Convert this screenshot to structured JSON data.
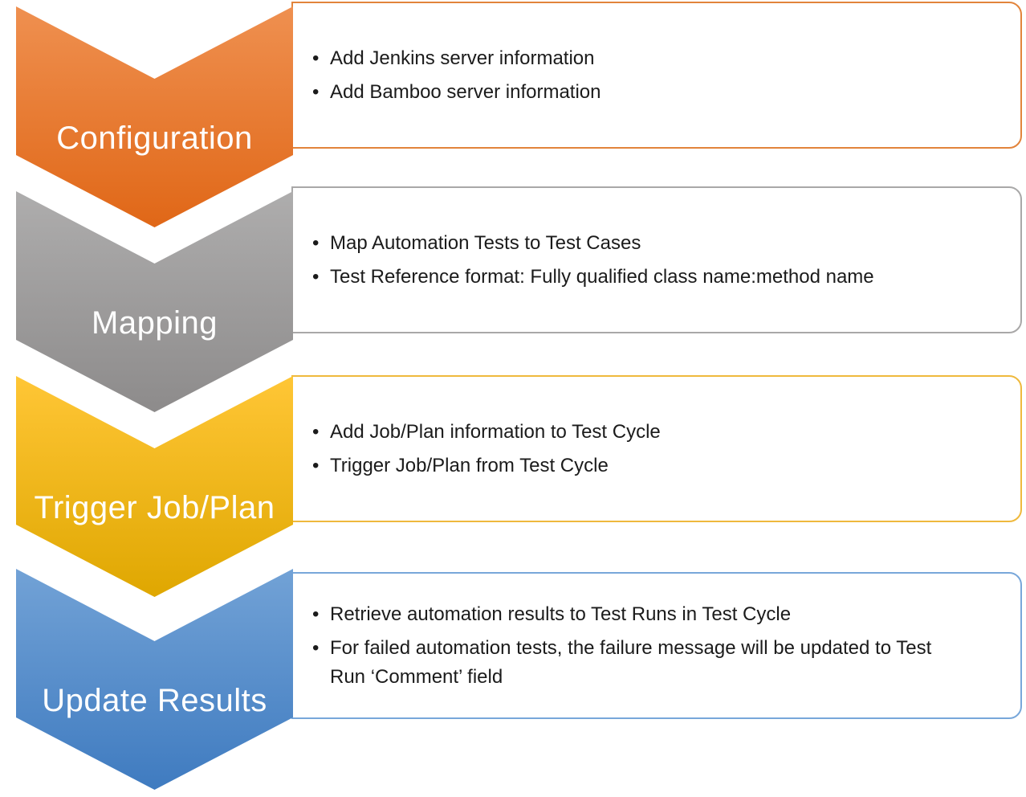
{
  "diagram": {
    "type": "vertical-chevron-process",
    "background": "#FFFFFF",
    "text_color": "#1B1B1B",
    "steps": [
      {
        "label": "Configuration",
        "bullets": [
          "Add Jenkins server information",
          "Add Bamboo server information"
        ],
        "colors": {
          "gradient_top": "#EF9050",
          "gradient_bottom": "#E06717",
          "box_border": "#E2843B",
          "label_text": "#FFFFFF"
        }
      },
      {
        "label": "Mapping",
        "bullets": [
          "Map Automation Tests to Test Cases",
          "Test Reference format: Fully qualified class name:method name"
        ],
        "colors": {
          "gradient_top": "#AEADAD",
          "gradient_bottom": "#8D8B8B",
          "box_border": "#A9A8A8",
          "label_text": "#FFFFFF"
        }
      },
      {
        "label": "Trigger Job/Plan",
        "bullets": [
          "Add Job/Plan information to Test Cycle",
          "Trigger Job/Plan from Test Cycle"
        ],
        "colors": {
          "gradient_top": "#FFC636",
          "gradient_bottom": "#DFA701",
          "box_border": "#EFB93D",
          "label_text": "#FFFFFF"
        }
      },
      {
        "label": "Update Results",
        "bullets": [
          "Retrieve automation results to Test Runs in Test Cycle",
          "For failed automation tests, the failure message will be updated to Test Run ‘Comment’ field"
        ],
        "colors": {
          "gradient_top": "#72A2D6",
          "gradient_bottom": "#3F7BC0",
          "box_border": "#78A7DA",
          "label_text": "#FFFFFF"
        }
      }
    ]
  }
}
